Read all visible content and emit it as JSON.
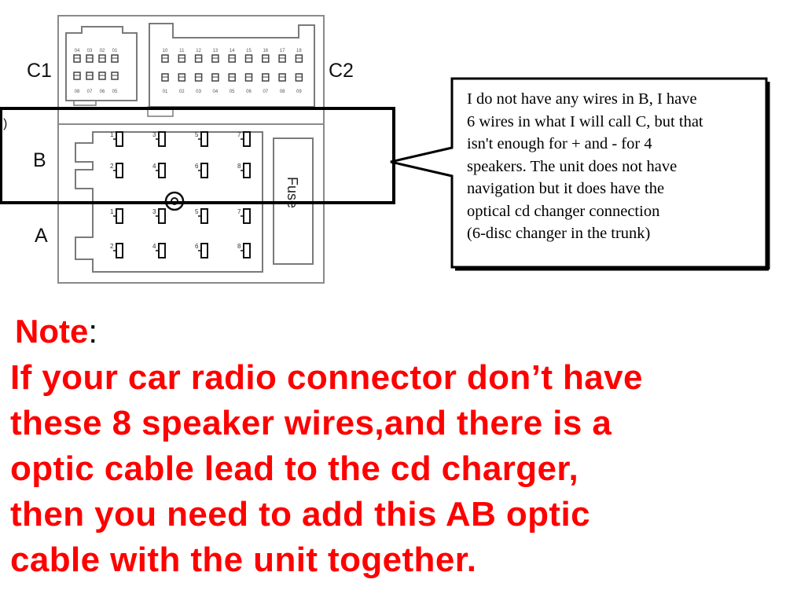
{
  "connector": {
    "labels": {
      "c1": "C1",
      "c2": "C2",
      "b": "B",
      "a": "A",
      "fuse": "Fuse",
      "edge_mark": ")"
    },
    "c1_top_pins": [
      "04",
      "03",
      "02",
      "01"
    ],
    "c1_bottom_pins": [
      "08",
      "07",
      "06",
      "05"
    ],
    "c2_top_pins": [
      "10",
      "11",
      "12",
      "13",
      "14",
      "15",
      "16",
      "17",
      "18"
    ],
    "c2_bottom_pins": [
      "01",
      "02",
      "03",
      "04",
      "05",
      "06",
      "07",
      "08",
      "09"
    ],
    "b_top_pins": [
      "1",
      "3",
      "5",
      "7"
    ],
    "b_bottom_pins": [
      "2",
      "4",
      "6",
      "8"
    ],
    "a_top_pins": [
      "1",
      "3",
      "5",
      "7"
    ],
    "a_bottom_pins": [
      "2",
      "4",
      "6",
      "8"
    ]
  },
  "callout": {
    "lines": [
      "I do not have any wires in B, I have",
      "6 wires in what I will call C, but that",
      "isn't enough for + and - for 4",
      "speakers.  The unit does not have",
      "navigation but it does have the",
      "optical cd changer connection",
      "(6-disc changer in the trunk)"
    ]
  },
  "note": {
    "title": "Note",
    "title_suffix": ":",
    "lines": [
      "If your car radio connector don’t have",
      "these 8 speaker wires,and there is a",
      "optic cable lead to the cd charger,",
      "then you need to add this AB optic",
      "cable with the unit together."
    ]
  },
  "colors": {
    "note_text": "#ff0000",
    "lines": "#000000",
    "connector_outline": "#8a8a8a"
  }
}
